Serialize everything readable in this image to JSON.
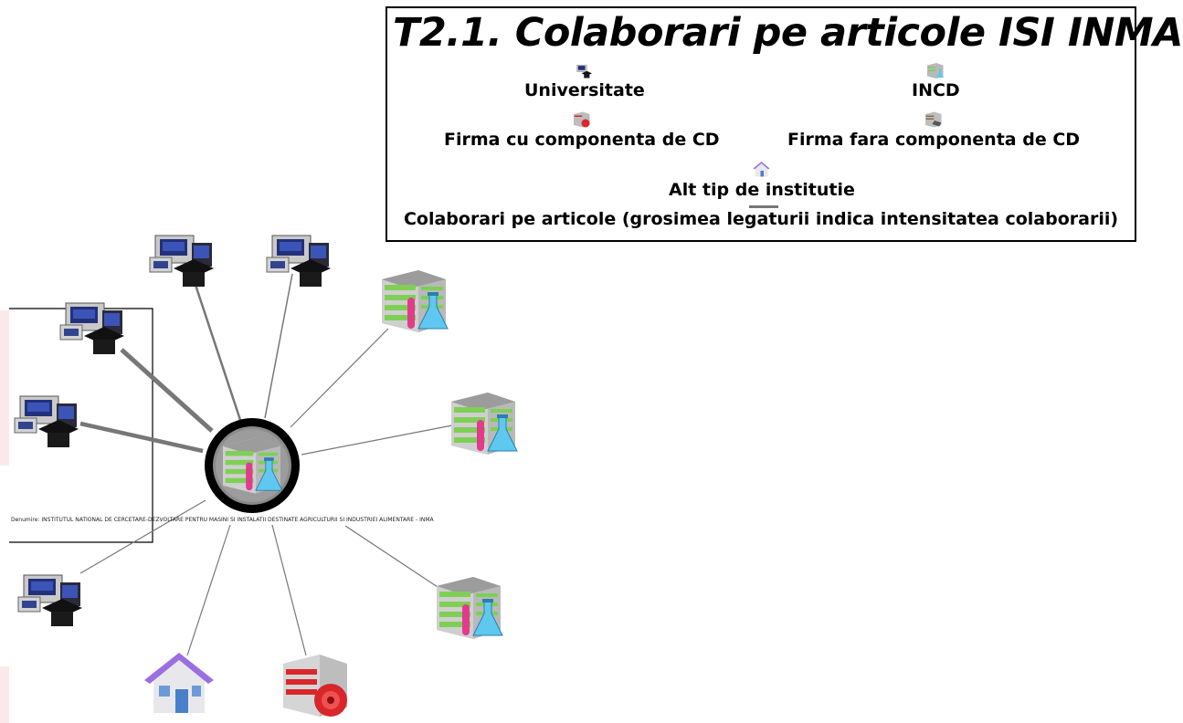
{
  "legend": {
    "title": "T2.1. Colaborari pe articole ISI INMA",
    "items": {
      "universitate": "Universitate",
      "incd": "INCD",
      "firma_cd": "Firma cu componenta de CD",
      "firma_fara_cd": "Firma fara componenta de CD",
      "alt_tip": "Alt tip de institutie"
    },
    "link_label": "Colaborari pe articole (grosimea legaturii indica intensitatea colaborarii)"
  },
  "center_node": {
    "type": "incd",
    "caption": "Denumire: INSTITUTUL NATIONAL DE CERCETARE-DEZVOLTARE PENTRU MASINI SI INSTALATII DESTINATE AGRICULTURII SI INDUSTRIEI ALIMENTARE - INMA"
  },
  "partner_nodes": [
    {
      "id": "univ-1",
      "type": "universitate"
    },
    {
      "id": "univ-2",
      "type": "universitate"
    },
    {
      "id": "univ-3",
      "type": "universitate"
    },
    {
      "id": "univ-4",
      "type": "universitate"
    },
    {
      "id": "univ-5",
      "type": "universitate"
    },
    {
      "id": "incd-1",
      "type": "incd"
    },
    {
      "id": "incd-2",
      "type": "incd"
    },
    {
      "id": "incd-3",
      "type": "incd"
    },
    {
      "id": "alt-1",
      "type": "alt_tip"
    },
    {
      "id": "firma-cd-1",
      "type": "firma_cd"
    }
  ],
  "colors": {
    "link": "#777777",
    "incd_green": "#7fcf55",
    "univ_dark": "#1a1a2e",
    "firma_red": "#d9262b",
    "alt_purple": "#9b6fe0"
  },
  "icons": {
    "universitate": "computer-with-graduation-cap-icon",
    "incd": "building-with-flask-icon",
    "firma_cd": "building-with-red-bell-icon",
    "firma_fara_cd": "building-with-handshake-icon",
    "alt_tip": "house-icon"
  }
}
